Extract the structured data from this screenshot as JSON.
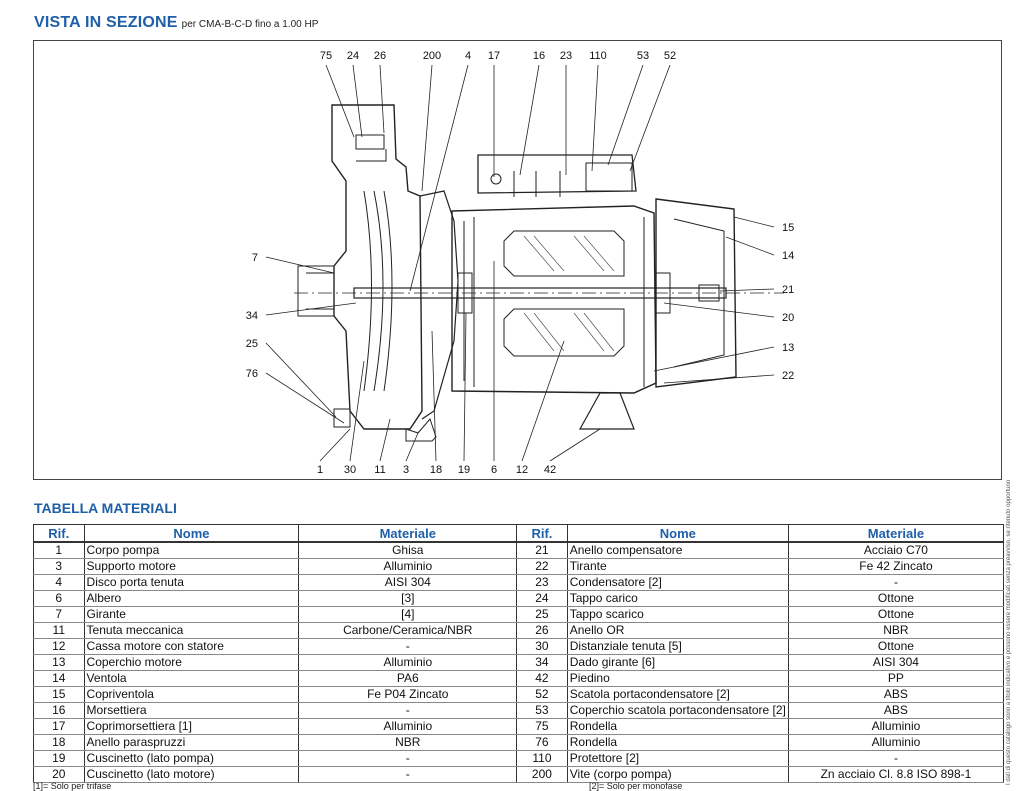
{
  "header": {
    "title": "VISTA IN SEZIONE",
    "subtitle": "per CMA-B-C-D fino a 1.00 HP"
  },
  "drawing": {
    "top_labels": [
      "75",
      "24",
      "26",
      "200",
      "4",
      "17",
      "16",
      "23",
      "110",
      "53",
      "52"
    ],
    "right_labels": [
      "15",
      "14",
      "21",
      "20",
      "13",
      "22"
    ],
    "left_labels": [
      "7",
      "34",
      "25",
      "76"
    ],
    "bottom_labels": [
      "1",
      "30",
      "11",
      "3",
      "18",
      "19",
      "6",
      "12",
      "42"
    ]
  },
  "table": {
    "section_title": "TABELLA MATERIALI",
    "headers": [
      "Rif.",
      "Nome",
      "Materiale",
      "Rif.",
      "Nome",
      "Materiale"
    ],
    "rows": [
      {
        "ref1": "1",
        "name1": "Corpo pompa",
        "mat1": "Ghisa",
        "ref2": "21",
        "name2": "Anello compensatore",
        "mat2": "Acciaio C70"
      },
      {
        "ref1": "3",
        "name1": "Supporto motore",
        "mat1": "Alluminio",
        "ref2": "22",
        "name2": "Tirante",
        "mat2": "Fe 42 Zincato"
      },
      {
        "ref1": "4",
        "name1": "Disco porta tenuta",
        "mat1": "AISI 304",
        "ref2": "23",
        "name2": "Condensatore [2]",
        "mat2": "-"
      },
      {
        "ref1": "6",
        "name1": "Albero",
        "mat1": "[3]",
        "ref2": "24",
        "name2": "Tappo carico",
        "mat2": "Ottone"
      },
      {
        "ref1": "7",
        "name1": "Girante",
        "mat1": "[4]",
        "ref2": "25",
        "name2": "Tappo scarico",
        "mat2": "Ottone"
      },
      {
        "ref1": "11",
        "name1": "Tenuta meccanica",
        "mat1": "Carbone/Ceramica/NBR",
        "ref2": "26",
        "name2": "Anello OR",
        "mat2": "NBR"
      },
      {
        "ref1": "12",
        "name1": "Cassa motore con statore",
        "mat1": "-",
        "ref2": "30",
        "name2": "Distanziale tenuta [5]",
        "mat2": "Ottone"
      },
      {
        "ref1": "13",
        "name1": "Coperchio motore",
        "mat1": "Alluminio",
        "ref2": "34",
        "name2": "Dado girante [6]",
        "mat2": "AISI 304"
      },
      {
        "ref1": "14",
        "name1": "Ventola",
        "mat1": "PA6",
        "ref2": "42",
        "name2": "Piedino",
        "mat2": "PP"
      },
      {
        "ref1": "15",
        "name1": "Copriventola",
        "mat1": "Fe P04 Zincato",
        "ref2": "52",
        "name2": "Scatola portacondensatore [2]",
        "mat2": "ABS"
      },
      {
        "ref1": "16",
        "name1": "Morsettiera",
        "mat1": "-",
        "ref2": "53",
        "name2": "Coperchio scatola portacondensatore [2]",
        "mat2": "ABS"
      },
      {
        "ref1": "17",
        "name1": "Coprimorsettiera [1]",
        "mat1": "Alluminio",
        "ref2": "75",
        "name2": "Rondella",
        "mat2": "Alluminio"
      },
      {
        "ref1": "18",
        "name1": "Anello paraspruzzi",
        "mat1": "NBR",
        "ref2": "76",
        "name2": "Rondella",
        "mat2": "Alluminio"
      },
      {
        "ref1": "19",
        "name1": "Cuscinetto (lato pompa)",
        "mat1": "-",
        "ref2": "110",
        "name2": "Protettore [2]",
        "mat2": "-"
      },
      {
        "ref1": "20",
        "name1": "Cuscinetto (lato motore)",
        "mat1": "-",
        "ref2": "200",
        "name2": "Vite (corpo pompa)",
        "mat2": "Zn acciaio Cl. 8.8 ISO 898-1"
      }
    ]
  },
  "notes": {
    "note1": "[1]= Solo per trifase",
    "note2": "[2]= Solo per monofase"
  },
  "side_note": "I dati di questo catalogo sono a titolo indicativo e possono essere modificati senza preavviso, se ritenuto opportuno"
}
